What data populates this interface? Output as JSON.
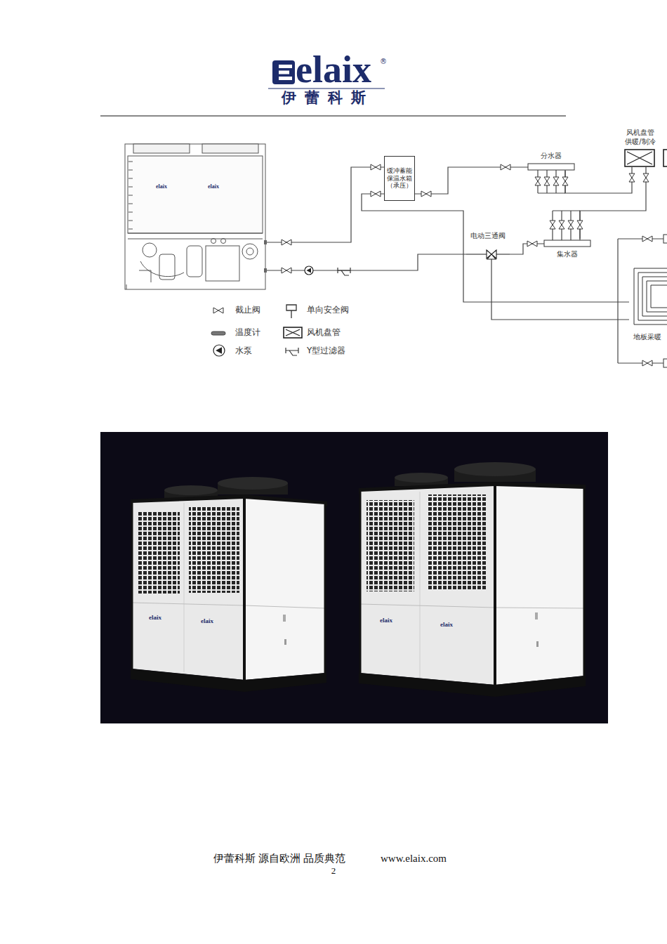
{
  "diagram": {
    "nodes": [
      {
        "text": [
          "elaix",
          "elaix"
        ]
      },
      {
        "text": [
          "缓冲蓄能 保温水箱 （承压）"
        ]
      },
      {
        "text": [
          "分水器"
        ]
      },
      {
        "text": [
          "风机盘管 供暖/制冷"
        ]
      },
      {
        "text": [
          "电动三通阀"
        ]
      },
      {
        "text": [
          "集水器"
        ]
      },
      {
        "text": [
          "地板采暖"
        ]
      }
    ],
    "edges": [
      {
        "from": 0,
        "to": 1,
        "arrow": "none"
      },
      {
        "from": 1,
        "to": 2,
        "arrow": "none"
      },
      {
        "from": 2,
        "to": 3,
        "arrow": "none"
      },
      {
        "from": 3,
        "to": 5,
        "arrow": "none"
      },
      {
        "from": 5,
        "to": 4,
        "arrow": "none"
      },
      {
        "from": 4,
        "to": 0,
        "arrow": "none"
      },
      {
        "from": 4,
        "to": 6,
        "arrow": "none"
      },
      {
        "from": 1,
        "to": 6,
        "arrow": "none"
      }
    ],
    "labels": [
      "elaix",
      "®",
      "伊蕾科斯",
      "elaix",
      "elaix",
      "elaix",
      "elaix",
      "伊蕾科斯 源自欧洲 品质典范",
      "www.elaix.com",
      "2"
    ],
    "legend": [
      {
        "text": "截止阀"
      },
      {
        "text": "单向安全阀"
      },
      {
        "text": "温度计"
      },
      {
        "text": "风机盘管"
      },
      {
        "text": "水泵"
      },
      {
        "text": "Y型过滤器"
      }
    ]
  }
}
